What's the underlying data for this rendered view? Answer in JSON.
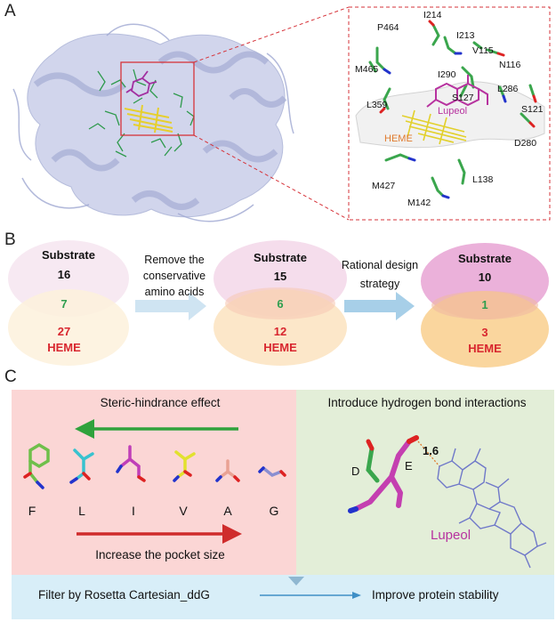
{
  "panels": {
    "a": "A",
    "b": "B",
    "c": "C"
  },
  "panel_a": {
    "residues": [
      "P464",
      "I214",
      "I213",
      "V115",
      "N116",
      "M465",
      "I290",
      "S127",
      "L286",
      "S121",
      "L359",
      "D280",
      "M427",
      "L138",
      "M142"
    ],
    "ligands": {
      "lupeol": "Lupeol",
      "heme": "HEME"
    },
    "colors": {
      "lupeol": "#b7329f",
      "heme": "#e07a2d",
      "box": "#d6333a",
      "protein": "#bcc3e3"
    }
  },
  "panel_b": {
    "diagrams": [
      {
        "substrate_label": "Substrate",
        "substrate_count": "16",
        "shared_count": "7",
        "heme_count": "27",
        "heme_label": "HEME"
      },
      {
        "substrate_label": "Substrate",
        "substrate_count": "15",
        "shared_count": "6",
        "heme_count": "12",
        "heme_label": "HEME"
      },
      {
        "substrate_label": "Substrate",
        "substrate_count": "10",
        "shared_count": "1",
        "heme_count": "3",
        "heme_label": "HEME"
      }
    ],
    "arrows": [
      {
        "line1": "Remove the",
        "line2": "conservative",
        "line3": "amino acids"
      },
      {
        "line1": "Rational design",
        "line2": "strategy"
      }
    ]
  },
  "panel_c": {
    "left_title": "Steric-hindrance effect",
    "right_title": "Introduce hydrogen bond interactions",
    "amino_acids": [
      "F",
      "L",
      "I",
      "V",
      "A",
      "G"
    ],
    "bottom_caption": "Increase the pocket size",
    "distance": "1.6",
    "residue_d": "D",
    "residue_e": "E",
    "ligand": "Lupeol",
    "footer_left": "Filter by Rosetta Cartesian_ddG",
    "footer_right": "Improve protein stability",
    "colors": {
      "left_bg": "#fbd7d6",
      "right_bg": "#e2edd7",
      "footer_bg": "#d9eef7",
      "green_arrow": "#2fa23c",
      "red_arrow": "#cf2c2c"
    }
  }
}
